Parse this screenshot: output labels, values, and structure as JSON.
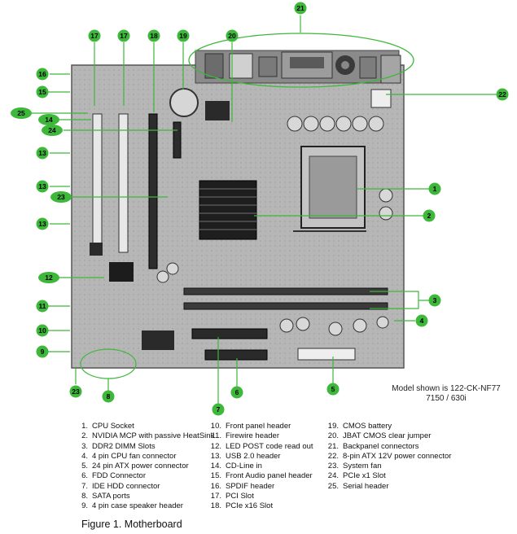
{
  "model_note": {
    "line1": "Model shown is 122-CK-NF77",
    "line2": "7150 / 630i"
  },
  "callouts": [
    "1",
    "2",
    "3",
    "4",
    "5",
    "6",
    "7",
    "8",
    "9",
    "10",
    "11",
    "12",
    "13",
    "14",
    "15",
    "16",
    "17",
    "18",
    "19",
    "20",
    "21",
    "22",
    "23",
    "24",
    "25"
  ],
  "legend": [
    {
      "num": "1.",
      "text": "CPU Socket"
    },
    {
      "num": "2.",
      "text": "NVIDIA MCP with passive HeatSink"
    },
    {
      "num": "3.",
      "text": "DDR2 DIMM Slots"
    },
    {
      "num": "4.",
      "text": "4 pin CPU fan connector"
    },
    {
      "num": "5.",
      "text": "24  pin ATX power connector"
    },
    {
      "num": "6.",
      "text": "FDD Connector"
    },
    {
      "num": "7.",
      "text": "IDE HDD connector"
    },
    {
      "num": "8.",
      "text": "SATA ports"
    },
    {
      "num": "9.",
      "text": "4 pin case speaker header"
    },
    {
      "num": "10.",
      "text": "Front panel header"
    },
    {
      "num": "11.",
      "text": "Firewire header"
    },
    {
      "num": "12.",
      "text": "LED POST code read out"
    },
    {
      "num": "13.",
      "text": "USB 2.0 header"
    },
    {
      "num": "14.",
      "text": "CD-Line in"
    },
    {
      "num": "15.",
      "text": "Front Audio panel header"
    },
    {
      "num": "16.",
      "text": "SPDIF header"
    },
    {
      "num": "17.",
      "text": "PCI Slot"
    },
    {
      "num": "18.",
      "text": "PCIe x16 Slot"
    },
    {
      "num": "19.",
      "text": "CMOS battery"
    },
    {
      "num": "20.",
      "text": "JBAT CMOS clear jumper"
    },
    {
      "num": "21.",
      "text": "Backpanel connectors"
    },
    {
      "num": "22.",
      "text": "8-pin ATX 12V power connector"
    },
    {
      "num": "23.",
      "text": "System fan"
    },
    {
      "num": "24.",
      "text": "PCIe x1 Slot"
    },
    {
      "num": "25.",
      "text": "Serial header"
    }
  ],
  "caption": "Figure 1. Motherboard",
  "colors": {
    "callout_fill": "#3db83a",
    "callout_text": "#000000",
    "board": "#b4b4b4",
    "board_dark": "#2a2a2a"
  }
}
